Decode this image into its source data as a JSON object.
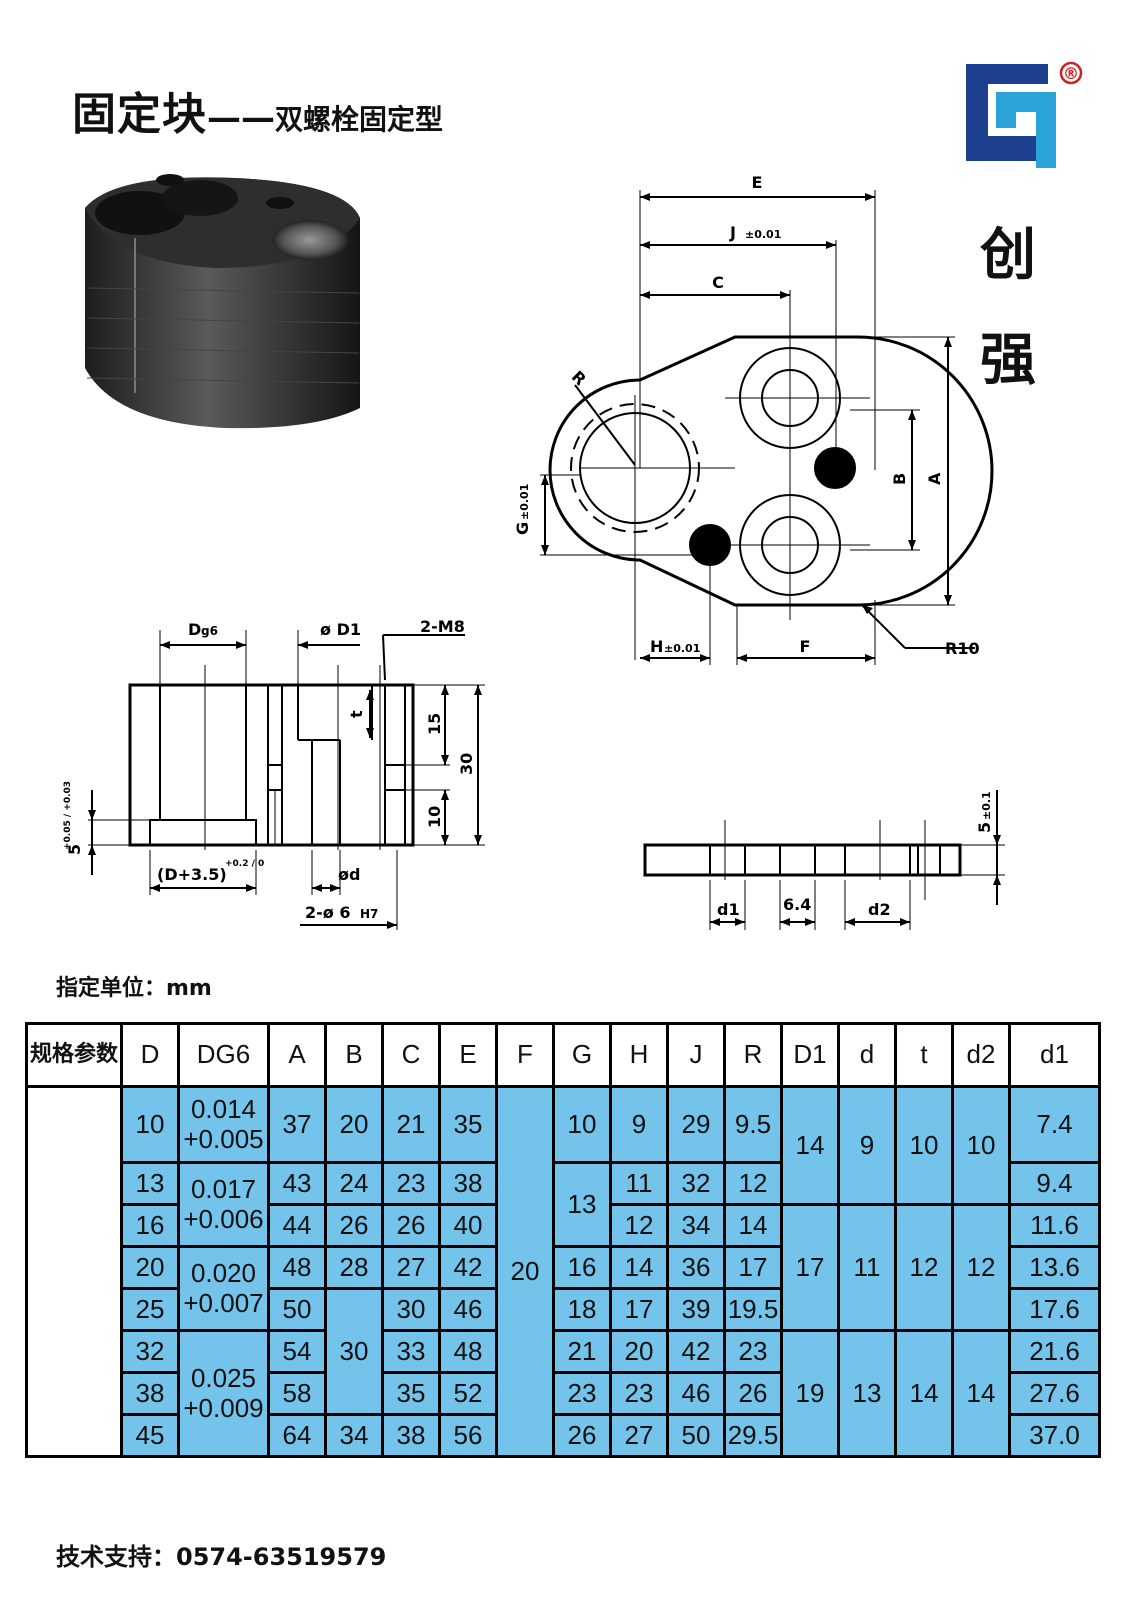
{
  "title": {
    "main": "固定块",
    "dash": "——",
    "sub": "双螺栓固定型"
  },
  "brand": {
    "char1": "创",
    "char2": "强"
  },
  "logo": {
    "registered": "®",
    "colors": {
      "outer": "#1c3f8e",
      "inner": "#2aa3d9"
    }
  },
  "drawing": {
    "top_view": {
      "E": "E",
      "J": "J",
      "J_tol": "±0.01",
      "C": "C",
      "R": "R",
      "G": "G",
      "G_tol": "±0.01",
      "H": "H",
      "H_tol": "±0.01",
      "F": "F",
      "R10": "R10",
      "B": "B",
      "A": "A"
    },
    "section_view": {
      "Dg6_main": "D",
      "Dg6_sub": "g6",
      "D1": "ø D1",
      "M8": "2-M8",
      "t": "t",
      "h15": "15",
      "h30": "30",
      "h10": "10",
      "h5_main": "5",
      "h5_tol": "+0.05 / +0.03",
      "D35": "(D+3.5)",
      "D35_tol": "+0.2 / 0",
      "d": "ød",
      "hole": "2-ø 6",
      "hole_tol": "H7"
    },
    "side_view": {
      "d1": "d1",
      "w64": "6.4",
      "d2": "d2",
      "t5": "5",
      "t5_tol": "±0.1"
    }
  },
  "unit_label": "指定单位：mm",
  "table": {
    "param_label": "规格参数",
    "headers": [
      "D",
      "DG6",
      "A",
      "B",
      "C",
      "E",
      "F",
      "G",
      "H",
      "J",
      "R",
      "D1",
      "d",
      "t",
      "d2",
      "d1"
    ],
    "D": [
      "10",
      "13",
      "16",
      "20",
      "25",
      "32",
      "38",
      "45"
    ],
    "DG6": [
      [
        "0.014",
        "+0.005"
      ],
      [
        "0.017",
        "+0.006"
      ],
      [
        "0.020",
        "+0.007"
      ],
      [
        "0.025",
        "+0.009"
      ]
    ],
    "A": [
      "37",
      "43",
      "44",
      "48",
      "50",
      "54",
      "58",
      "64"
    ],
    "B": [
      "20",
      "24",
      "26",
      "28",
      "30",
      "34"
    ],
    "C": [
      "21",
      "23",
      "26",
      "27",
      "30",
      "33",
      "35",
      "38"
    ],
    "E": [
      "35",
      "38",
      "40",
      "42",
      "46",
      "48",
      "52",
      "56"
    ],
    "F": "20",
    "G": [
      "10",
      "13",
      "16",
      "18",
      "21",
      "23",
      "26"
    ],
    "H": [
      "9",
      "11",
      "12",
      "14",
      "17",
      "20",
      "23",
      "27"
    ],
    "J": [
      "29",
      "32",
      "34",
      "36",
      "39",
      "42",
      "46",
      "50"
    ],
    "R": [
      "9.5",
      "12",
      "14",
      "17",
      "19.5",
      "23",
      "26",
      "29.5"
    ],
    "D1": [
      "14",
      "17",
      "19"
    ],
    "d": [
      "9",
      "11",
      "13"
    ],
    "t": [
      "10",
      "12",
      "14"
    ],
    "d2": [
      "10",
      "12",
      "14"
    ],
    "d1": [
      "7.4",
      "9.4",
      "11.6",
      "13.6",
      "17.6",
      "21.6",
      "27.6",
      "37.0"
    ]
  },
  "contact": "技术支持：0574-63519579"
}
